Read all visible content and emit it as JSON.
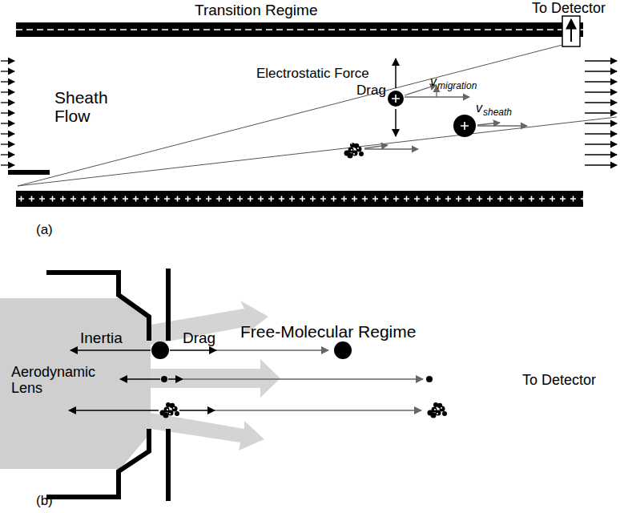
{
  "diagram": {
    "labels": [
      "To Detector",
      "Transition Regime",
      "Sheath Flow",
      "Electrostatic Force",
      "Drag",
      "v",
      "migration",
      "v",
      "sheath",
      "(a)",
      "Free-Molecular Regime",
      "Aerodynamic Lens",
      "Inertia",
      "Drag",
      "To Detector",
      "(b)"
    ]
  }
}
